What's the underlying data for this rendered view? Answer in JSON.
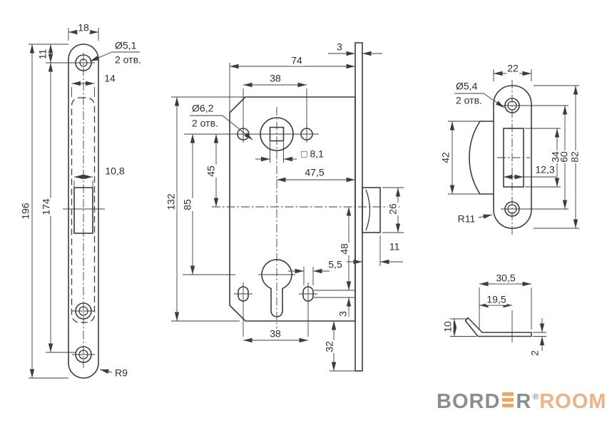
{
  "drawing": {
    "faceplate": {
      "width": "18",
      "hole_offset": "11",
      "inner_width": "14",
      "latch_width": "10,8",
      "height": "196",
      "hole_spacing": "174",
      "hole_dia": "Ø5,1",
      "hole_qty": "2 отв.",
      "radius": "R9"
    },
    "body": {
      "face_thickness": "3",
      "depth": "74",
      "top_hole_spacing": "38",
      "hole_dia": "Ø6,2",
      "hole_qty": "2 отв.",
      "square": "□ 8,1",
      "backset": "47,5",
      "height": "132",
      "spindle_to_latch": "45",
      "spindle_to_cylinder": "85",
      "latch_height": "26",
      "latch_protrusion": "11",
      "slot_width": "5,5",
      "latch_to_slot": "48",
      "slot_edge": "3",
      "bottom_hole_spacing": "38",
      "face_extension": "32"
    },
    "strike": {
      "width": "22",
      "hole_dia": "Ø5,4",
      "hole_qty": "2 отв.",
      "flange_height": "42",
      "opening_height": "34",
      "hole_spacing": "60",
      "height": "82",
      "opening_width": "12,3",
      "radius": "R11"
    },
    "strike_profile": {
      "length": "30,5",
      "bend_offset": "19,5",
      "lip_height": "10",
      "thickness": "2"
    }
  },
  "logo": {
    "part1": "BORD",
    "part2": "R",
    "registered": "®",
    "part3": "ROOM",
    "gray": "#8b8e90",
    "orange": "#edb388"
  },
  "colors": {
    "background": "#ffffff",
    "line": "#3c3c3c"
  }
}
